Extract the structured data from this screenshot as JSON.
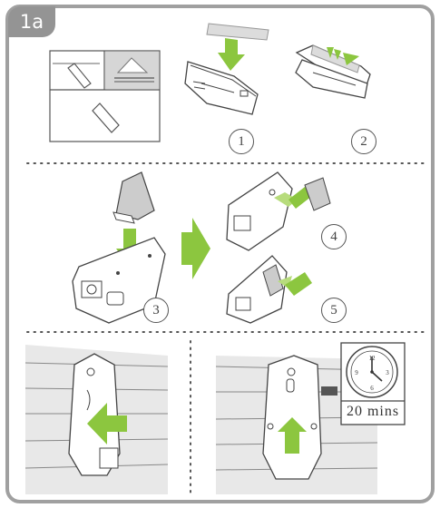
{
  "badge": {
    "label": "1a"
  },
  "steps": [
    "1",
    "2",
    "3",
    "4",
    "5"
  ],
  "clock": {
    "caption": "20 mins",
    "numerals": [
      "12",
      "3",
      "6",
      "9"
    ]
  },
  "colors": {
    "frame": "#a0a0a0",
    "badge": "#949494",
    "arrow_green": "#8cc63f",
    "arrow_green_light": "#b7dc7c",
    "line": "#444444",
    "tape": "#dedede",
    "wall": "#d9d9d9"
  }
}
